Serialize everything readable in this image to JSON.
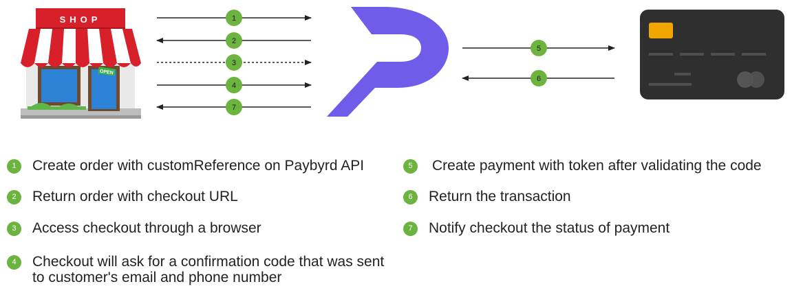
{
  "diagram": {
    "shop_sign": "SHOP",
    "open_sign": "OPEN",
    "arrows": [
      {
        "step": "1",
        "direction": "right",
        "style": "solid"
      },
      {
        "step": "2",
        "direction": "left",
        "style": "solid"
      },
      {
        "step": "3",
        "direction": "right",
        "style": "dashed"
      },
      {
        "step": "4",
        "direction": "right",
        "style": "solid"
      },
      {
        "step": "7",
        "direction": "left",
        "style": "solid"
      },
      {
        "step": "5",
        "direction": "right",
        "style": "solid"
      },
      {
        "step": "6",
        "direction": "left",
        "style": "solid"
      }
    ],
    "colors": {
      "badge": "#6cb33f",
      "logo": "#6f5ce8",
      "card": "#2f2f2f",
      "chip": "#f0a500"
    }
  },
  "legend": [
    {
      "num": "1",
      "text": "Create order with customReference on Paybyrd API"
    },
    {
      "num": "2",
      "text": "Return order with checkout URL"
    },
    {
      "num": "3",
      "text": "Access checkout through a browser"
    },
    {
      "num": "4",
      "text": "Checkout will ask for a confirmation code that was sent to customer's email and phone number"
    },
    {
      "num": "5",
      "text": "Create payment with token after validating the code"
    },
    {
      "num": "6",
      "text": "Return the transaction"
    },
    {
      "num": "7",
      "text": "Notify checkout the status of payment"
    }
  ]
}
